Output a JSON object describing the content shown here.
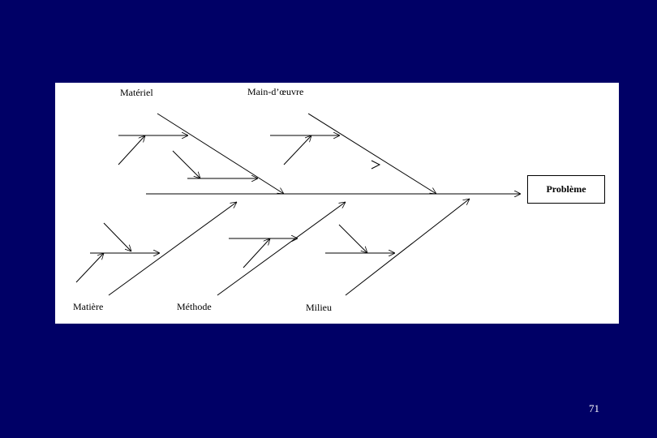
{
  "diagram": {
    "categories": {
      "materiel": "Matériel",
      "main_oeuvre": "Main-d’œuvre",
      "matiere": "Matière",
      "methode": "Méthode",
      "milieu": "Milieu"
    },
    "effect": "Problème"
  },
  "footer": {
    "page_number": "71"
  },
  "colors": {
    "background": "#000066",
    "panel": "#ffffff",
    "lines": "#000000",
    "page_number": "#ffffff"
  }
}
